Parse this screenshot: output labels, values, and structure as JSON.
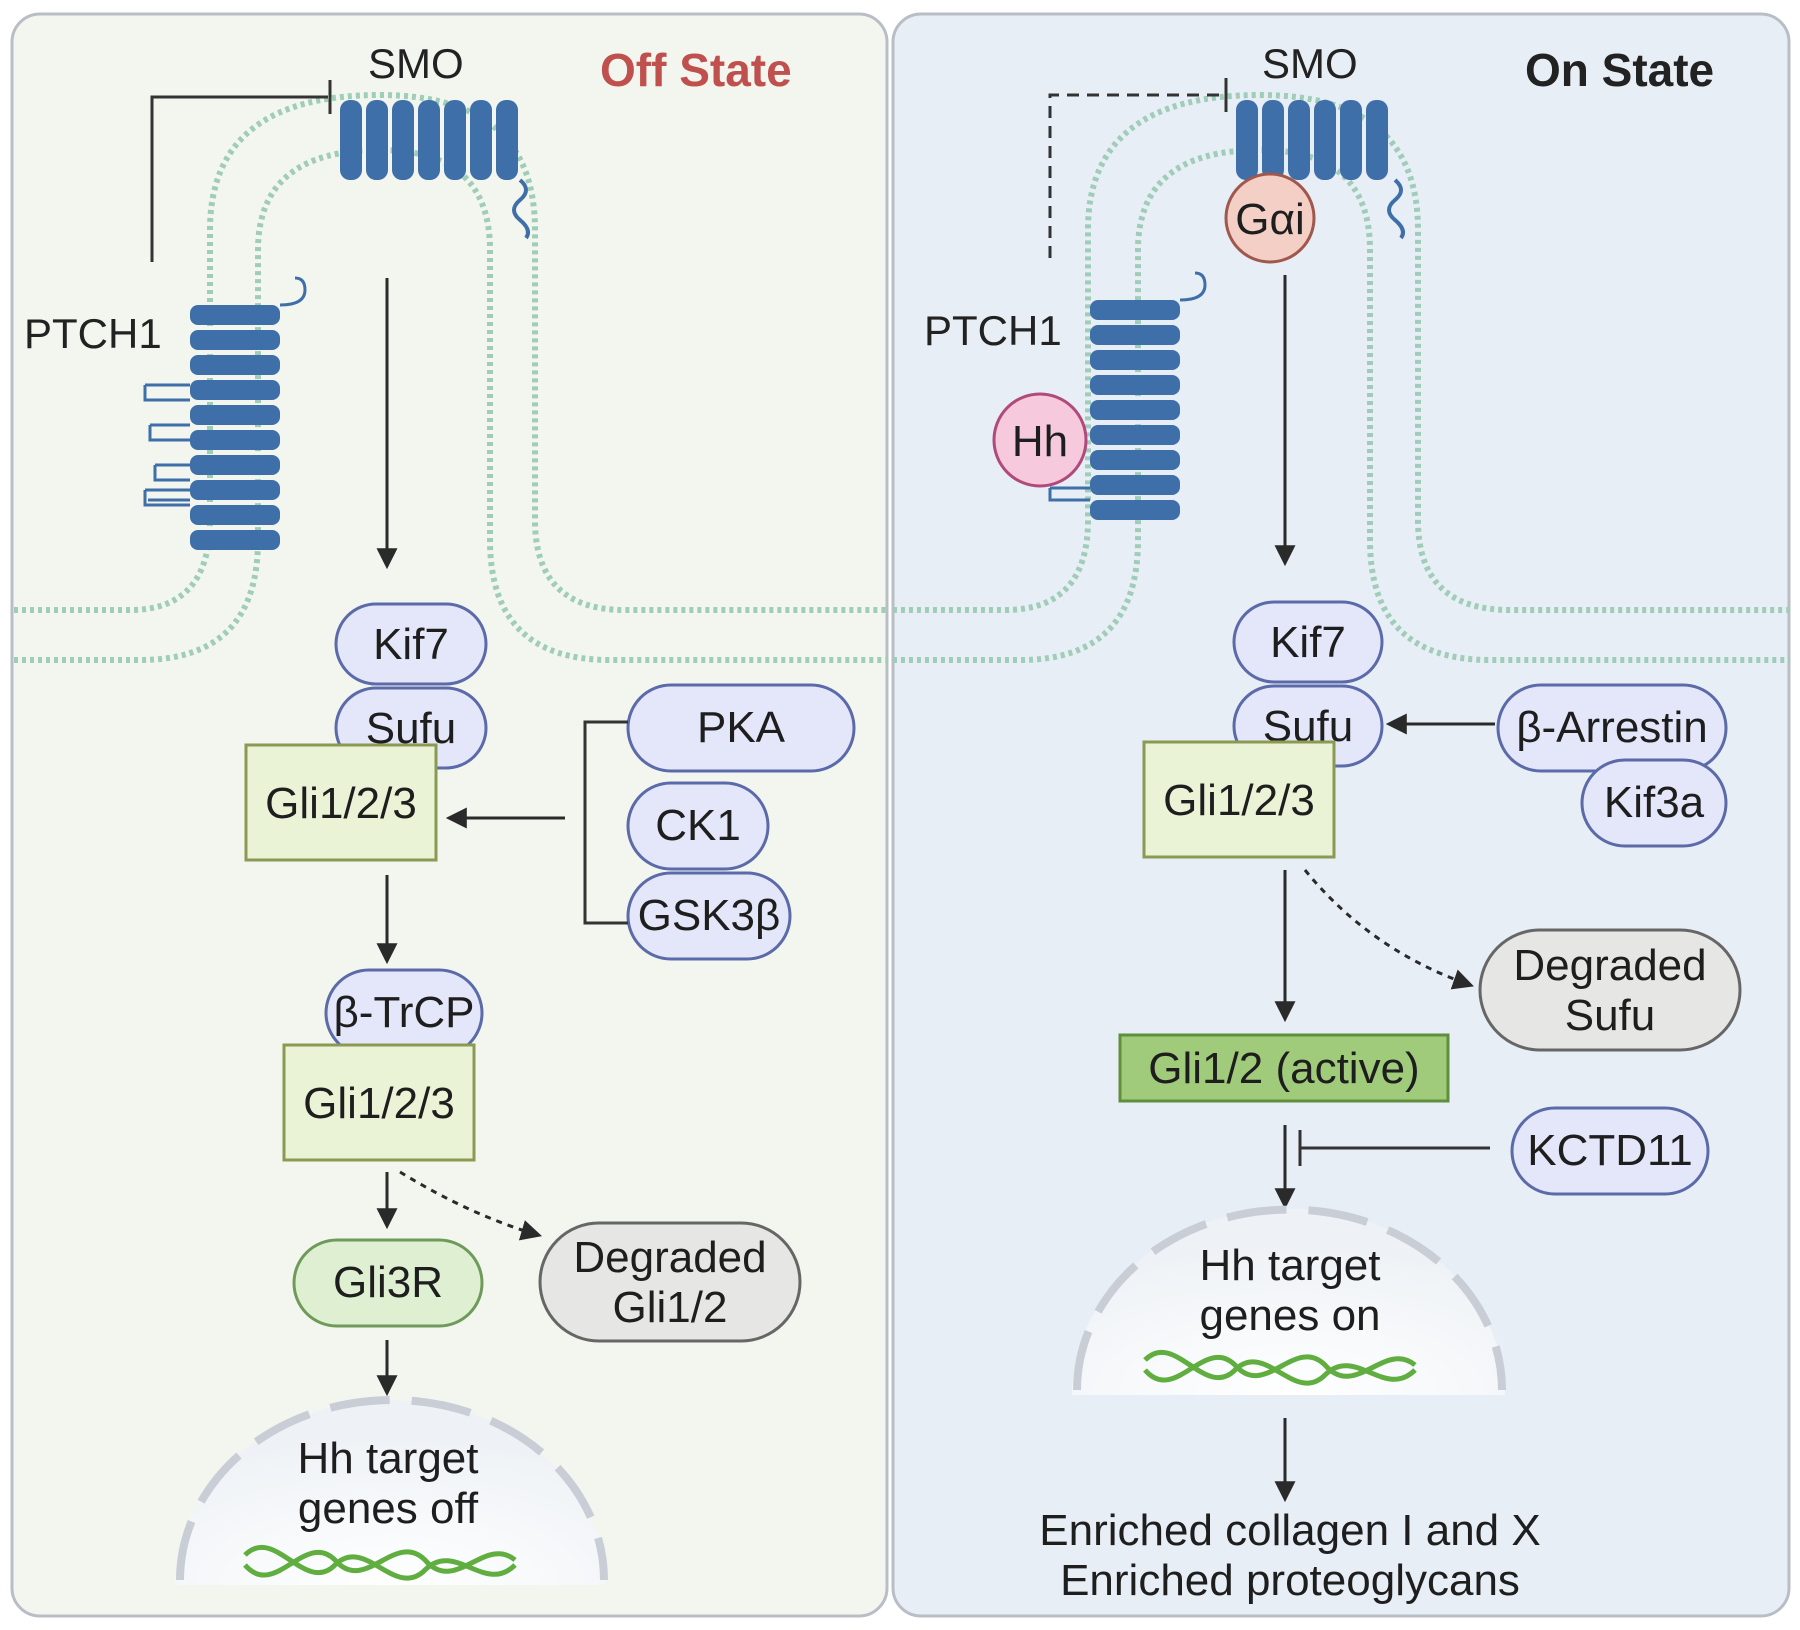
{
  "colors": {
    "off_panel_bg": "#f3f6ef",
    "on_panel_bg": "#e8eef6",
    "panel_border": "#b9bec6",
    "membrane": "#9fcdb8",
    "receptor": "#3f6fa8",
    "protein_fill": "#e4e6f9",
    "protein_stroke": "#5b6aa8",
    "gli_fill": "#ebf3d6",
    "gli_stroke": "#8a9a52",
    "gli_active_fill": "#9fcb7b",
    "gli3r_fill": "#dff0d2",
    "gli3r_stroke": "#6f9a5a",
    "degraded_fill": "#e6e6e4",
    "degraded_stroke": "#666666",
    "hh_fill": "#f6c9dd",
    "hh_stroke": "#b04a7a",
    "gai_fill": "#f3cfc6",
    "gai_stroke": "#a0574c",
    "off_title": "#c0504d",
    "on_title": "#222222",
    "dna": "#5fae3f"
  },
  "off_state": {
    "title": "Off State",
    "smo": "SMO",
    "ptch1": "PTCH1",
    "kif7": "Kif7",
    "sufu": "Sufu",
    "gli_1": "Gli1/2/3",
    "pka": "PKA",
    "ck1": "CK1",
    "gsk3b": "GSK3β",
    "btrcp": "β-TrCP",
    "gli_2": "Gli1/2/3",
    "gli3r": "Gli3R",
    "degraded_1": "Degraded",
    "degraded_2": "Gli1/2",
    "target_1": "Hh target",
    "target_2": "genes off"
  },
  "on_state": {
    "title": "On State",
    "smo": "SMO",
    "gai": "Gαi",
    "ptch1": "PTCH1",
    "hh": "Hh",
    "kif7": "Kif7",
    "sufu": "Sufu",
    "gli": "Gli1/2/3",
    "barrestin": "β-Arrestin",
    "kif3a": "Kif3a",
    "degraded_1": "Degraded",
    "degraded_2": "Sufu",
    "gli_active": "Gli1/2 (active)",
    "kctd11": "KCTD11",
    "target_1": "Hh target",
    "target_2": "genes on",
    "outcome_1": "Enriched collagen I and X",
    "outcome_2": "Enriched proteoglycans"
  }
}
